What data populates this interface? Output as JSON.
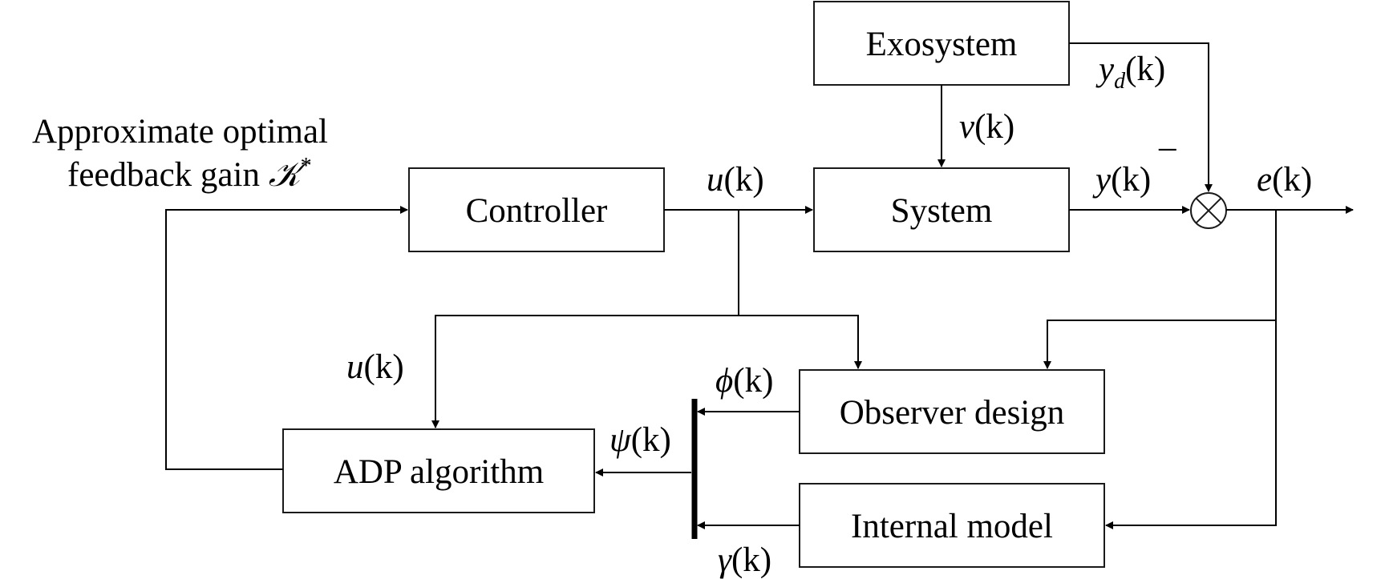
{
  "blocks": {
    "exosystem": "Exosystem",
    "controller": "Controller",
    "system": "System",
    "observer": "Observer design",
    "adp": "ADP algorithm",
    "internal_model": "Internal model"
  },
  "signals": {
    "yd_main": "y",
    "yd_sub": "d",
    "yd_arg": "(k)",
    "v_main": "v",
    "v_arg": "(k)",
    "u_main": "u",
    "u_arg": "(k)",
    "y_main": "y",
    "y_arg": "(k)",
    "e_main": "e",
    "e_arg": "(k)",
    "phi_main": "ϕ",
    "phi_arg": "(k)",
    "psi_main": "ψ",
    "psi_arg": "(k)",
    "gamma_main": "γ",
    "gamma_arg": "(k)",
    "minus": "–"
  },
  "annotation": {
    "line1": "Approximate optimal",
    "line2": "feedback gain ",
    "gain_symbol": "𝒦",
    "gain_sup": "*"
  }
}
